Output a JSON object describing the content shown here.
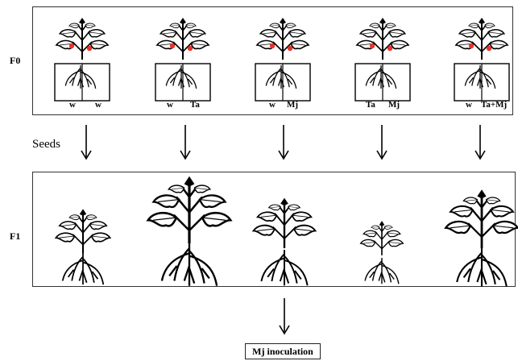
{
  "generations": {
    "f0_label": "F0",
    "f1_label": "F1"
  },
  "f0_treatments": [
    {
      "left": "w",
      "right": "w"
    },
    {
      "left": "w",
      "right": "Ta"
    },
    {
      "left": "w",
      "right": "Mj"
    },
    {
      "left": "Ta",
      "right": "Mj"
    },
    {
      "left": "w",
      "right": "Ta+Mj"
    }
  ],
  "seeds_label": "Seeds",
  "inoculation_label": "Mj inoculation",
  "colors": {
    "fruit": "#e8342a",
    "line": "#000000",
    "border": "#333333"
  },
  "icons": {
    "f0_plant": "tomato-plant-split-root-icon",
    "f1_plant": "tomato-plant-icon",
    "arrow": "arrow-down-icon"
  }
}
